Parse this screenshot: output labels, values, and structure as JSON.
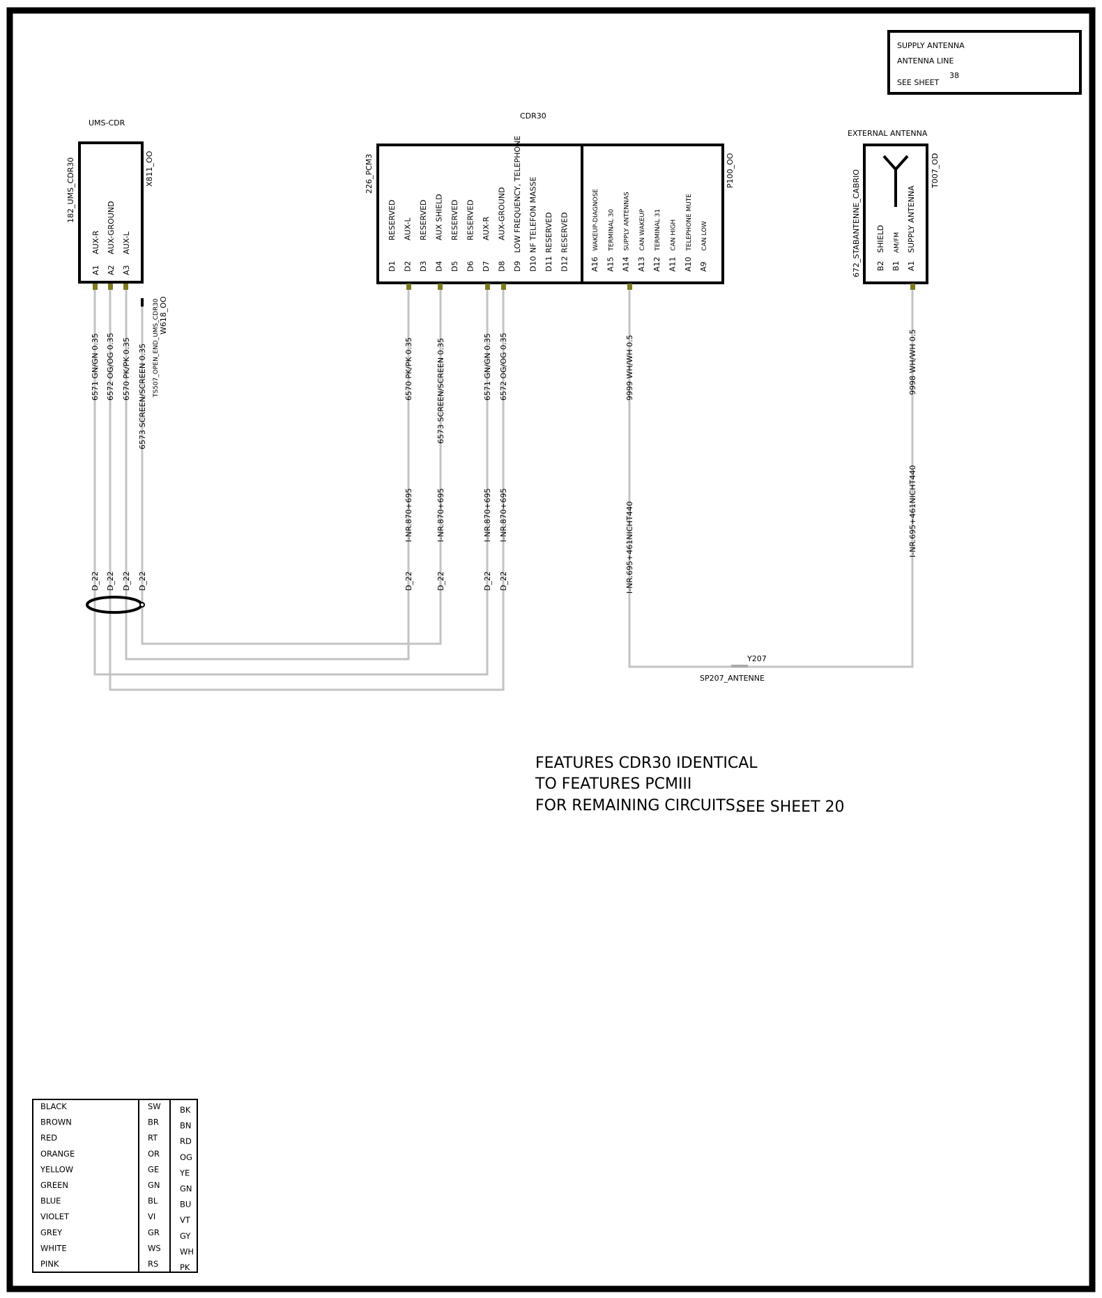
{
  "legend_box": {
    "line1": "SUPPLY   ANTENNA",
    "line2": "ANTENNA LINE",
    "line3": "SEE SHEET",
    "sheet": "38"
  },
  "ums": {
    "title": "UMS-CDR",
    "left_label": "182_UMS_CDR30",
    "right_label": "X811_OO",
    "pins": [
      {
        "pin": "A1",
        "name": "AUX-R"
      },
      {
        "pin": "A2",
        "name": "AUX-GROUND"
      },
      {
        "pin": "A3",
        "name": "AUX-L"
      }
    ],
    "wires": [
      "6571 GN/GN 0.35",
      "6572 OG/OG 0.35",
      "6570 PK/PK 0.35",
      "6573 SCREEN/SCREEN 0.35"
    ],
    "open_end": "TS507_OPEN_END_UMS_CDR30",
    "w_label": "W618_OO",
    "d_labels": [
      "D_22",
      "D_22",
      "D_22",
      "D_22"
    ]
  },
  "cdr": {
    "title": "CDR30",
    "left_label": "226_PCM3",
    "right_label": "P100_OO",
    "left_pins": [
      {
        "pin": "D1",
        "name": "RESERVED"
      },
      {
        "pin": "D2",
        "name": "AUX-L"
      },
      {
        "pin": "D3",
        "name": "RESERVED"
      },
      {
        "pin": "D4",
        "name": "AUX SHIELD"
      },
      {
        "pin": "D5",
        "name": "RESERVED"
      },
      {
        "pin": "D6",
        "name": "RESERVED"
      },
      {
        "pin": "D7",
        "name": "AUX-R"
      },
      {
        "pin": "D8",
        "name": "AUX-GROUND"
      },
      {
        "pin": "D9",
        "name": "LOW FREQUENCY, TELEPHONE"
      },
      {
        "pin": "D10",
        "name": "NF TELEFON MASSE"
      },
      {
        "pin": "D11",
        "name": "RESERVED"
      },
      {
        "pin": "D12",
        "name": "RESERVED"
      }
    ],
    "right_pins": [
      {
        "pin": "A16",
        "name": "WAKEUP-DIAGNOSE"
      },
      {
        "pin": "A15",
        "name": "TERMINAL 30"
      },
      {
        "pin": "A14",
        "name": "SUPPLY ANTENNAS"
      },
      {
        "pin": "A13",
        "name": "CAN WAKEUP"
      },
      {
        "pin": "A12",
        "name": "TERMINAL 31"
      },
      {
        "pin": "A11",
        "name": "CAN HIGH"
      },
      {
        "pin": "A10",
        "name": "TELEPHONE MUTE"
      },
      {
        "pin": "A9",
        "name": "CAN LOW"
      }
    ],
    "wires": [
      "6570 PK/PK 0.35",
      "6573 SCREEN/SCREEN 0.35",
      "6571 GN/GN 0.35",
      "6572 OG/OG 0.35",
      "9999 WH/WH 0.5"
    ],
    "inr": [
      "I-NR.870+695",
      "I-NR.870+695",
      "I-NR.870+695",
      "I-NR.870+695",
      "I-NR.695+461NICHT440"
    ],
    "d_labels": [
      "D_22",
      "D_22",
      "D_22",
      "D_22"
    ]
  },
  "ext": {
    "title": "EXTERNAL ANTENNA",
    "left_label": "672_STABANTENNE_CABRIO",
    "right_label": "T007_OD",
    "pins": [
      {
        "pin": "B2",
        "name": "SHIELD"
      },
      {
        "pin": "B1",
        "name": "AM/FM"
      },
      {
        "pin": "A1",
        "name": "SUPPLY ANTENNA"
      }
    ],
    "wire": "9998 WH/WH 0.5",
    "inr": "I-NR.695+461NICHT440"
  },
  "splice": {
    "label": "Y207",
    "name": "SP207_ANTENNE"
  },
  "note": {
    "line1": "FEATURES CDR30 IDENTICAL",
    "line2": "TO FEATURES PCMIII",
    "line3": "FOR REMAINING CIRCUITS,",
    "line3b": "SEE SHEET 20"
  },
  "color_table": [
    [
      "BLACK",
      "SW",
      "BK"
    ],
    [
      "BROWN",
      "BR",
      "BN"
    ],
    [
      "RED",
      "RT",
      "RD"
    ],
    [
      "ORANGE",
      "OR",
      "OG"
    ],
    [
      "YELLOW",
      "GE",
      "YE"
    ],
    [
      "GREEN",
      "GN",
      "GN"
    ],
    [
      "BLUE",
      "BL",
      "BU"
    ],
    [
      "VIOLET",
      "VI",
      "VT"
    ],
    [
      "GREY",
      "GR",
      "GY"
    ],
    [
      "WHITE",
      "WS",
      "WH"
    ],
    [
      "PINK",
      "RS",
      "PK"
    ]
  ],
  "colors": {
    "wire": "#c3c3c3",
    "pin": "#7d7a1e"
  }
}
